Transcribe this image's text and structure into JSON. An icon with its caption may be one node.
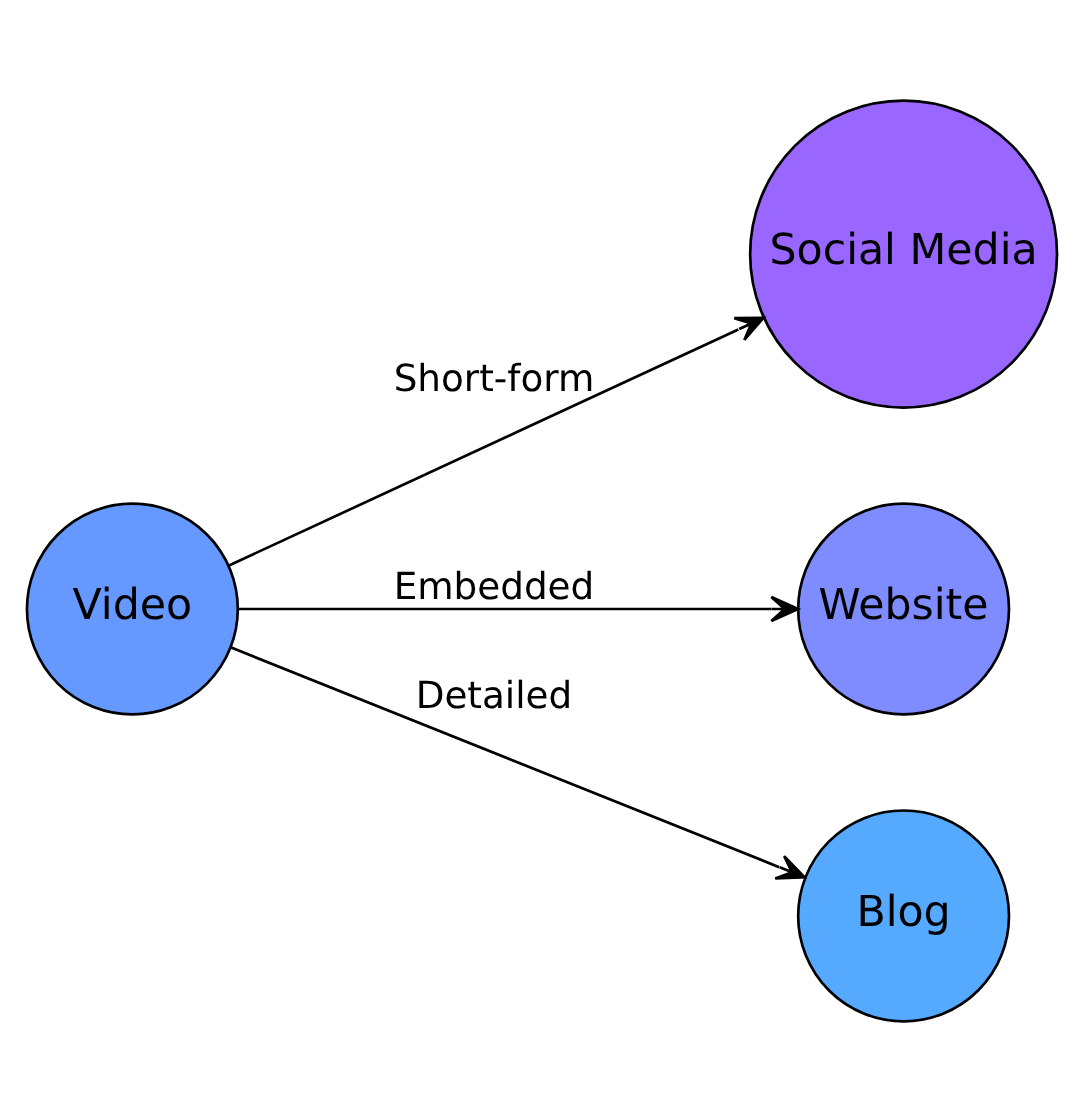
{
  "diagram": {
    "nodes": [
      {
        "text": [
          "Video"
        ]
      },
      {
        "text": [
          "Social Media"
        ]
      },
      {
        "text": [
          "Website"
        ]
      },
      {
        "text": [
          "Blog"
        ]
      }
    ],
    "edges": [
      {
        "from": 0,
        "to": 1,
        "arrow": "to",
        "label": "Short-form"
      },
      {
        "from": 0,
        "to": 2,
        "arrow": "to",
        "label": "Embedded"
      },
      {
        "from": 0,
        "to": 3,
        "arrow": "to",
        "label": "Detailed"
      }
    ]
  }
}
